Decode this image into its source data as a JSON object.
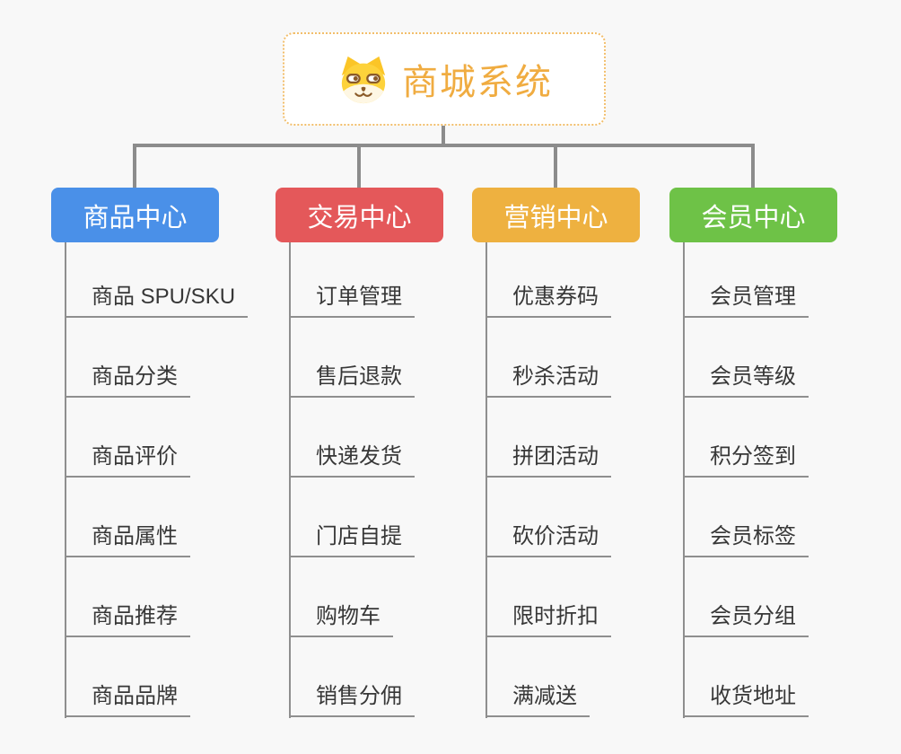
{
  "root": {
    "title": "商城系统",
    "icon": "shiba-dog-icon",
    "title_color": "#F0AC41",
    "border_color": "#F2BE6B"
  },
  "style": {
    "background_color": "#F8F8F8",
    "connector_color": "#8C8C8C",
    "leaf_text_color": "#373737"
  },
  "branches": [
    {
      "label": "商品中心",
      "color": "#4A90E8",
      "items": [
        "商品 SPU/SKU",
        "商品分类",
        "商品评价",
        "商品属性",
        "商品推荐",
        "商品品牌"
      ]
    },
    {
      "label": "交易中心",
      "color": "#E4585A",
      "items": [
        "订单管理",
        "售后退款",
        "快递发货",
        "门店自提",
        "购物车",
        "销售分佣"
      ]
    },
    {
      "label": "营销中心",
      "color": "#EEB140",
      "items": [
        "优惠券码",
        "秒杀活动",
        "拼团活动",
        "砍价活动",
        "限时折扣",
        "满减送"
      ]
    },
    {
      "label": "会员中心",
      "color": "#6EC247",
      "items": [
        "会员管理",
        "会员等级",
        "积分签到",
        "会员标签",
        "会员分组",
        "收货地址"
      ]
    }
  ]
}
